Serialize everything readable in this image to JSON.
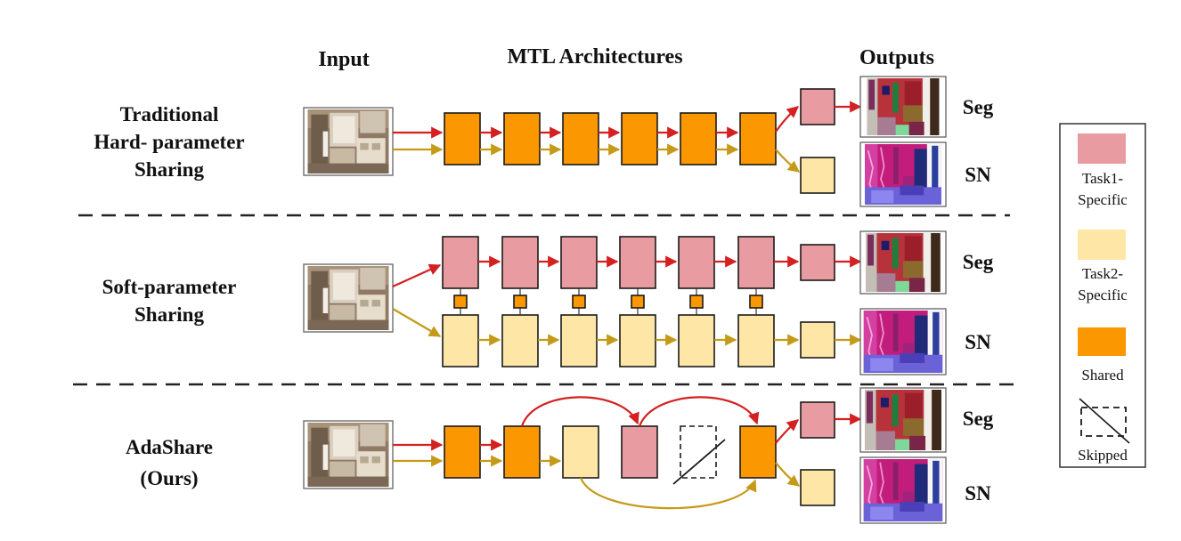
{
  "headers": {
    "input": "Input",
    "architectures": "MTL Architectures",
    "outputs": "Outputs"
  },
  "rows": [
    {
      "label_lines": [
        "Traditional",
        "Hard- parameter",
        "Sharing"
      ]
    },
    {
      "label_lines": [
        "Soft-parameter",
        "Sharing"
      ]
    },
    {
      "label_lines": [
        "AdaShare",
        "(Ours)"
      ]
    }
  ],
  "outputs": {
    "seg": "Seg",
    "sn": "SN"
  },
  "legend": {
    "task1": [
      "Task1-",
      "Specific"
    ],
    "task2": [
      "Task2-",
      "Specific"
    ],
    "shared": [
      "Shared"
    ],
    "skipped": [
      "Skipped"
    ]
  },
  "colors": {
    "task1": "#e89ba0",
    "task2": "#fde6a6",
    "shared": "#fb9700",
    "task1_arrow": "#d42020",
    "task2_arrow": "#c49a18"
  },
  "icons": {
    "input_photo": "bathroom-photo",
    "seg_output": "segmentation-map",
    "sn_output": "surface-normal-map"
  }
}
